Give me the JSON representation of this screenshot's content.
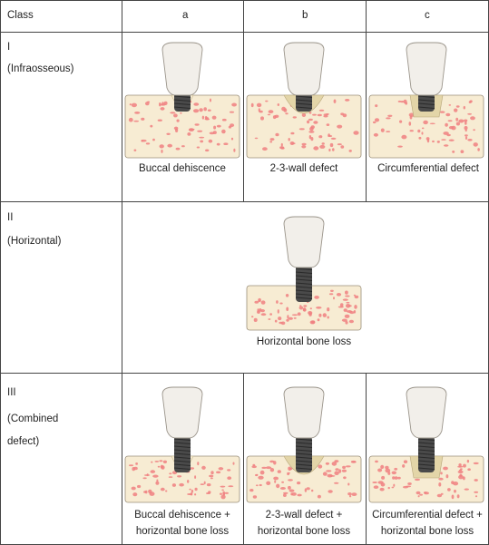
{
  "header": {
    "class_label": "Class",
    "col_a": "a",
    "col_b": "b",
    "col_c": "c"
  },
  "rows": [
    {
      "numeral": "I",
      "name": "(Infraosseous)",
      "captions": [
        "Buccal dehiscence",
        "2-3-wall defect",
        "Circumferential defect"
      ]
    },
    {
      "numeral": "II",
      "name": "(Horizontal)",
      "captions": [
        "Horizontal bone loss"
      ]
    },
    {
      "numeral": "III",
      "name": "(Combined defect)",
      "captions": [
        "Buccal dehiscence + horizontal bone loss",
        "2-3-wall defect + horizontal bone loss",
        "Circumferential defect + horizontal bone loss"
      ]
    }
  ],
  "colors": {
    "bone": "#f7ecd3",
    "marrow": "#f08080",
    "crown": "#f2efea",
    "implant": "#4a4a4a",
    "defect": "#e3d5a8"
  }
}
